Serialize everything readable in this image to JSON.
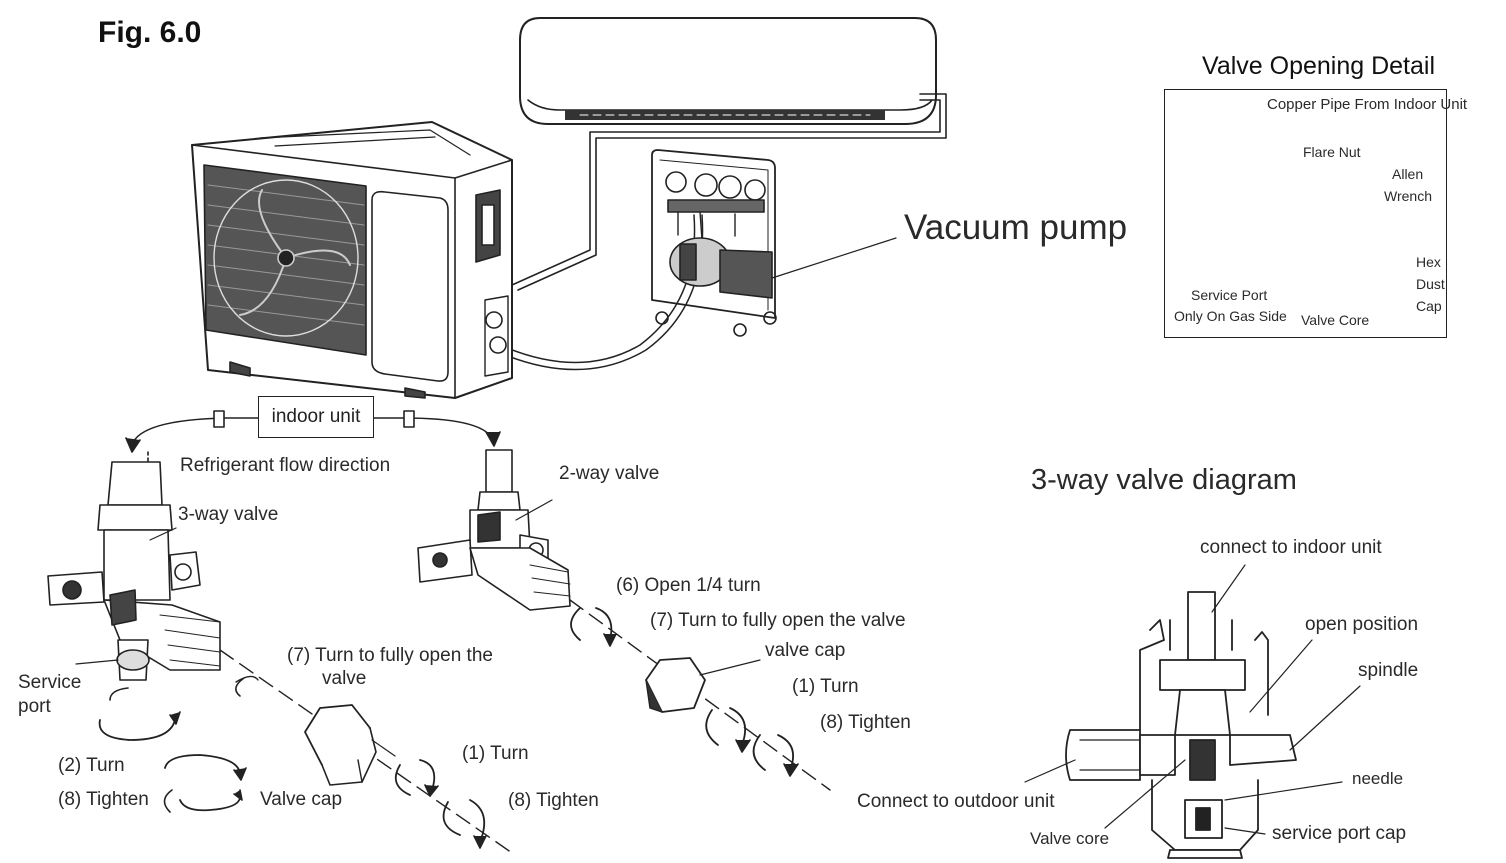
{
  "figure_label": "Fig. 6.0",
  "vacuum_pump_label": "Vacuum pump",
  "indoor_unit_label": "indoor unit",
  "flow_direction_label": "Refrigerant flow direction",
  "three_way_valve_label": "3-way valve",
  "two_way_valve_label": "2-way valve",
  "service_port_label_line1": "Service",
  "service_port_label_line2": "port",
  "left_steps": {
    "turn_2": "(2) Turn",
    "tighten_8": "(8) Tighten",
    "valve_cap": "Valve cap",
    "open_fully_line1": "(7) Turn to fully open the",
    "open_fully_line2": "valve",
    "turn_1": "(1) Turn",
    "tighten_8b": "(8) Tighten"
  },
  "right_steps": {
    "open_quarter": "(6) Open 1/4 turn",
    "open_fully": "(7) Turn to fully open the valve",
    "valve_cap": "valve cap",
    "turn_1": "(1) Turn",
    "tighten_8": "(8) Tighten"
  },
  "valve_detail": {
    "title": "Valve Opening Detail",
    "copper_pipe": "Copper Pipe From Indoor Unit",
    "flare_nut": "Flare Nut",
    "allen_line1": "Allen",
    "allen_line2": "Wrench",
    "hex_line1": "Hex",
    "hex_line2": "Dust",
    "hex_line3": "Cap",
    "service_port_line1": "Service Port",
    "service_port_line2": "Only On Gas Side",
    "valve_core": "Valve Core"
  },
  "three_way_diagram": {
    "title": "3-way valve diagram",
    "connect_indoor": "connect to indoor unit",
    "open_position": "open position",
    "spindle": "spindle",
    "connect_outdoor": "Connect to outdoor unit",
    "needle": "needle",
    "valve_core": "Valve core",
    "service_port_cap": "service port cap"
  }
}
